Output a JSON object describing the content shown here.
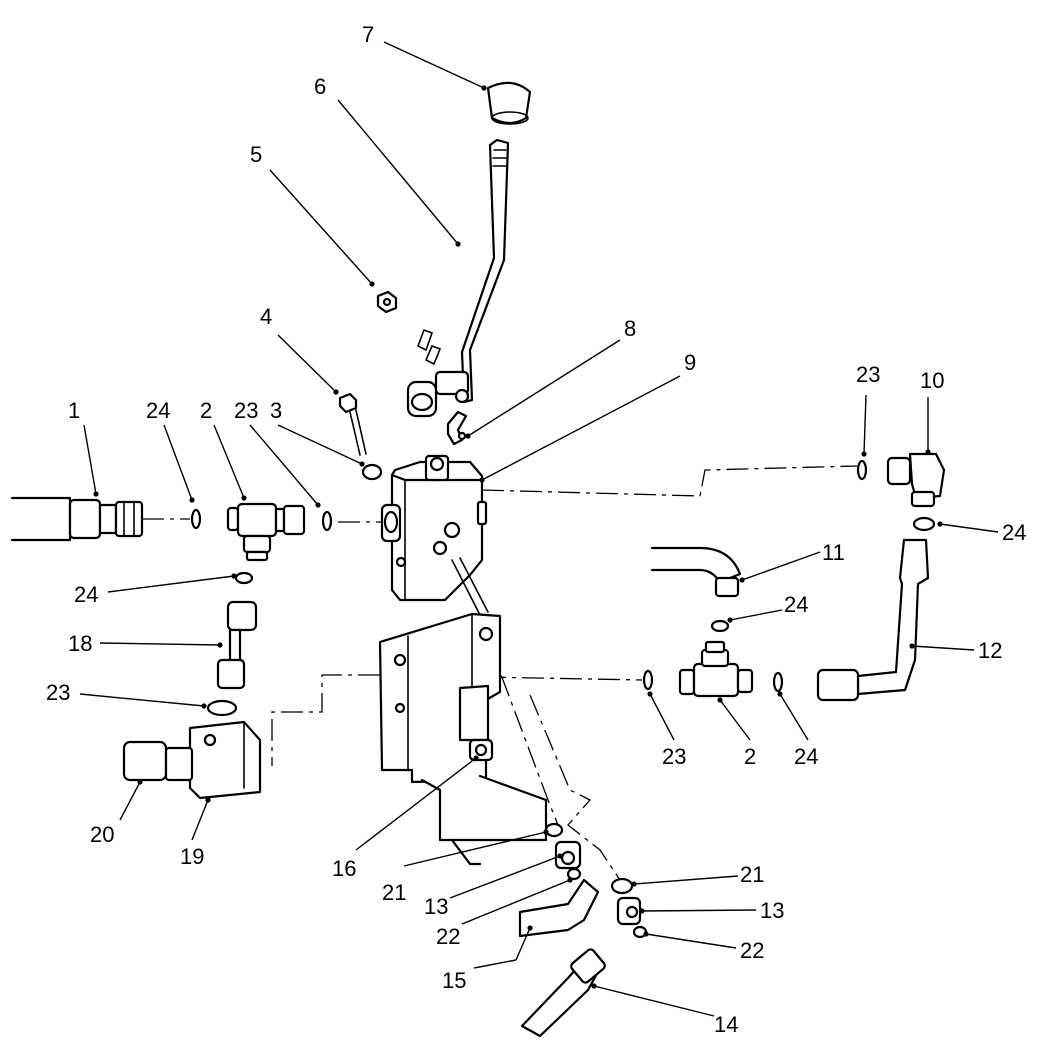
{
  "callouts": [
    {
      "id": "c1",
      "text": "1"
    },
    {
      "id": "c24a",
      "text": "24"
    },
    {
      "id": "c2a",
      "text": "2"
    },
    {
      "id": "c23a",
      "text": "23"
    },
    {
      "id": "c3",
      "text": "3"
    },
    {
      "id": "c4",
      "text": "4"
    },
    {
      "id": "c5",
      "text": "5"
    },
    {
      "id": "c6",
      "text": "6"
    },
    {
      "id": "c7",
      "text": "7"
    },
    {
      "id": "c8",
      "text": "8"
    },
    {
      "id": "c9",
      "text": "9"
    },
    {
      "id": "c23b",
      "text": "23"
    },
    {
      "id": "c10",
      "text": "10"
    },
    {
      "id": "c24b",
      "text": "24"
    },
    {
      "id": "c11",
      "text": "11"
    },
    {
      "id": "c24c",
      "text": "24"
    },
    {
      "id": "c12",
      "text": "12"
    },
    {
      "id": "c24d",
      "text": "24"
    },
    {
      "id": "c18",
      "text": "18"
    },
    {
      "id": "c23c",
      "text": "23"
    },
    {
      "id": "c23d",
      "text": "23"
    },
    {
      "id": "c2b",
      "text": "2"
    },
    {
      "id": "c24e",
      "text": "24"
    },
    {
      "id": "c20",
      "text": "20"
    },
    {
      "id": "c19",
      "text": "19"
    },
    {
      "id": "c16",
      "text": "16"
    },
    {
      "id": "c21a",
      "text": "21"
    },
    {
      "id": "c13a",
      "text": "13"
    },
    {
      "id": "c22a",
      "text": "22"
    },
    {
      "id": "c15",
      "text": "15"
    },
    {
      "id": "c21b",
      "text": "21"
    },
    {
      "id": "c13b",
      "text": "13"
    },
    {
      "id": "c22b",
      "text": "22"
    },
    {
      "id": "c14",
      "text": "14"
    }
  ]
}
